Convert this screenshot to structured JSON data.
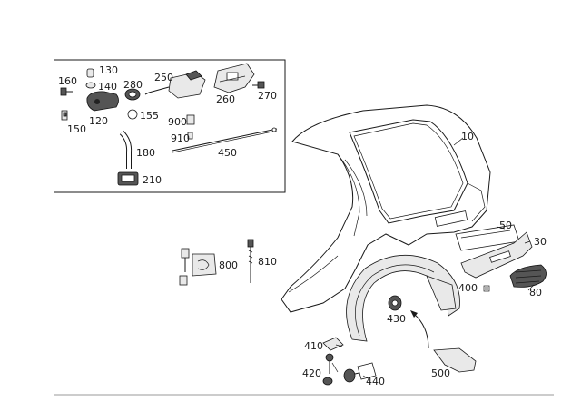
{
  "diagram": {
    "labels": {
      "p10": "10",
      "p30": "30",
      "p50": "50",
      "p80": "80",
      "p120": "120",
      "p130": "130",
      "p140": "140",
      "p150": "150",
      "p155": "155",
      "p160": "160",
      "p180": "180",
      "p210": "210",
      "p250": "250",
      "p260": "260",
      "p270": "270",
      "p280": "280",
      "p400": "400",
      "p410": "410",
      "p420": "420",
      "p430": "430",
      "p440": "440",
      "p450": "450",
      "p500": "500",
      "p800": "800",
      "p810": "810",
      "p900": "900",
      "p910": "910"
    },
    "colors": {
      "line": "#1a1a1a",
      "part_fill": "#e9e9e9",
      "dark_fill": "#555555",
      "background": "#ffffff"
    }
  }
}
